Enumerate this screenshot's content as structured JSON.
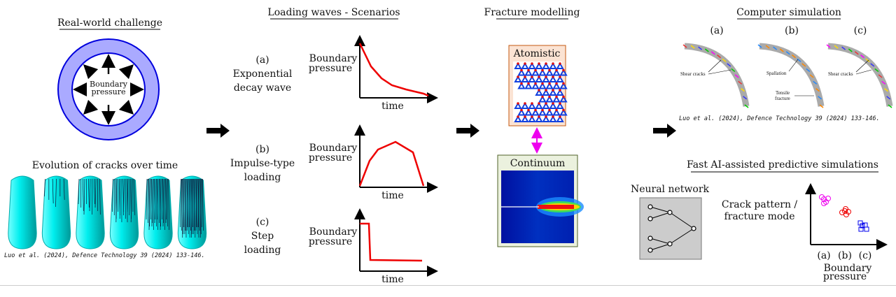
{
  "real_world": {
    "title": "Real-world challenge",
    "ring_label_1": "Boundary",
    "ring_label_2": "pressure",
    "evolution_title": "Evolution of cracks over time",
    "citation": "Luo et al. (2024), Defence Technology 39 (2024) 133-146."
  },
  "loading": {
    "title": "Loading waves - Scenarios",
    "scenarios": [
      {
        "tag": "(a)",
        "line1": "Exponential",
        "line2": "decay wave",
        "ylabel1": "Boundary",
        "ylabel2": "pressure",
        "xlabel": "time"
      },
      {
        "tag": "(b)",
        "line1": "Impulse-type",
        "line2": "loading",
        "ylabel1": "Boundary",
        "ylabel2": "pressure",
        "xlabel": "time"
      },
      {
        "tag": "(c)",
        "line1": "Step",
        "line2": "loading",
        "ylabel1": "Boundary",
        "ylabel2": "pressure",
        "xlabel": "time"
      }
    ]
  },
  "fracture": {
    "title": "Fracture modelling",
    "atomistic": "Atomistic",
    "continuum": "Continuum"
  },
  "simulation": {
    "title": "Computer simulation",
    "panels": [
      {
        "tag": "(a)",
        "labels": [
          "Shear cracks"
        ]
      },
      {
        "tag": "(b)",
        "labels": [
          "Spallation",
          "Tensile",
          "fracture"
        ]
      },
      {
        "tag": "(c)",
        "labels": [
          "Shear cracks"
        ]
      }
    ],
    "citation": "Luo et al. (2024), Defence Technology 39 (2024) 133-146."
  },
  "ai": {
    "title": "Fast AI-assisted predictive simulations",
    "nn_label": "Neural network",
    "ylabel1": "Crack pattern /",
    "ylabel2": "fracture mode",
    "xticks": [
      "(a)",
      "(b)",
      "(c)"
    ],
    "xlabel1": "Boundary",
    "xlabel2": "pressure"
  },
  "colors": {
    "ring": "#aaaaff",
    "ring_stroke": "#0000dd",
    "curve": "#ee0000",
    "arrow": "#ee00ee",
    "cyl": "#00e5ee",
    "a": "#ee00ee",
    "b": "#ee0000",
    "c": "#0000ee"
  }
}
